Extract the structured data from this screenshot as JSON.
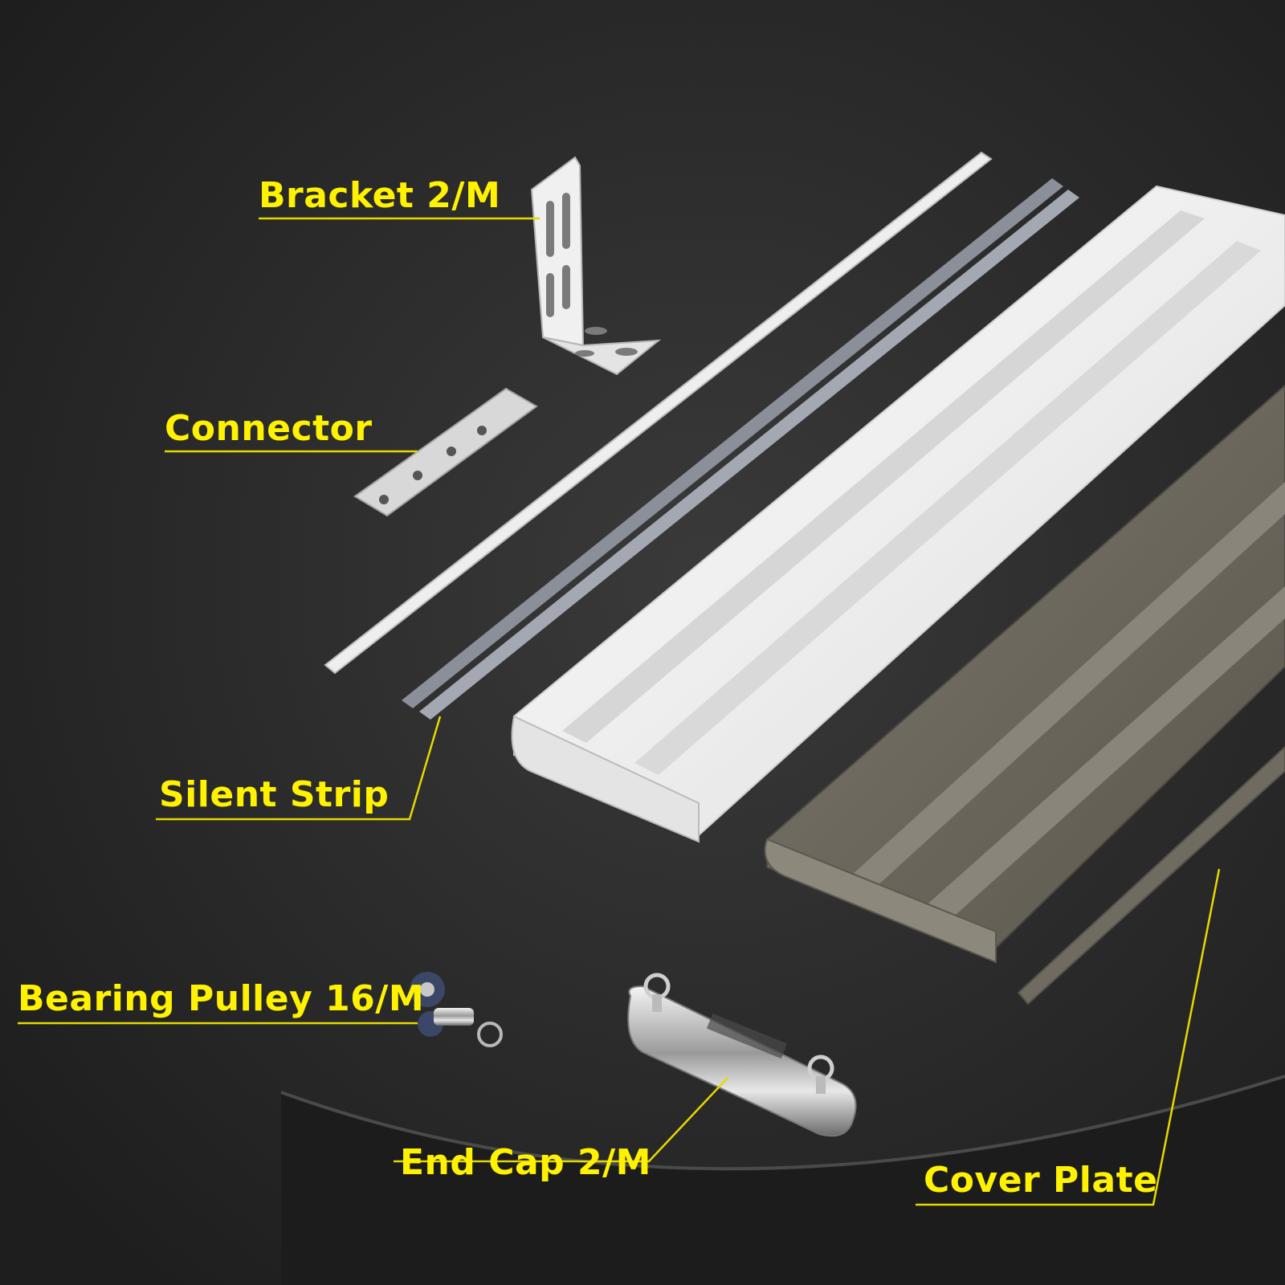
{
  "labels": {
    "bracket": "Bracket 2/M",
    "connector": "Connector",
    "silent_strip": "Silent Strip",
    "bearing_pulley": "Bearing Pulley 16/M",
    "end_cap": "End Cap 2/M",
    "cover_plate": "Cover Plate"
  },
  "colors": {
    "background": "#262626",
    "label_text": "#fff200",
    "leader_line": "#e6d800",
    "white_track": "#f2f2f2",
    "grey_track": "#6f6b60",
    "silent_strip": "#8a8f99",
    "metal": "#c9c9c9"
  }
}
